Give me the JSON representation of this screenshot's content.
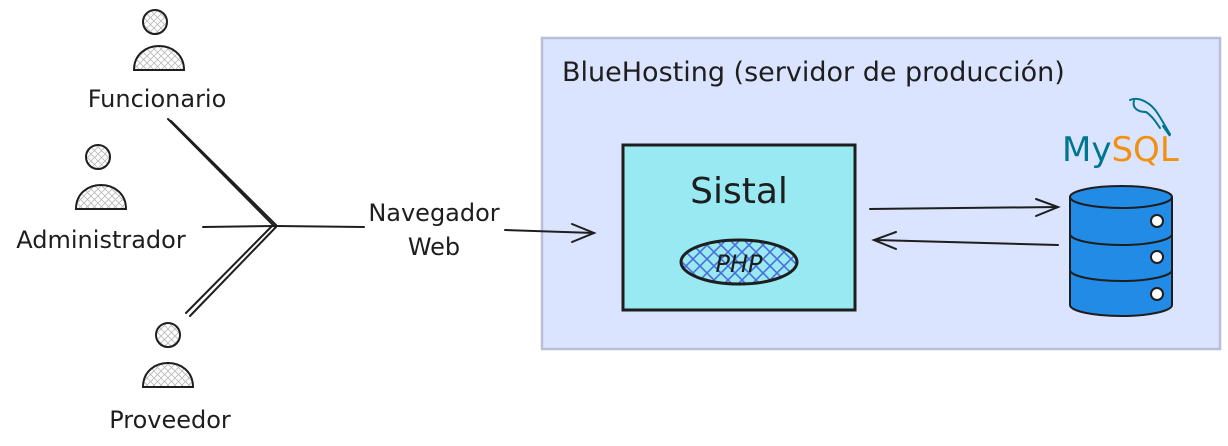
{
  "actors": [
    {
      "label": "Funcionario"
    },
    {
      "label": "Administrador"
    },
    {
      "label": "Proveedor"
    }
  ],
  "connection": {
    "line1": "Navegador",
    "line2": "Web"
  },
  "server": {
    "title": "BlueHosting (servidor de producción)"
  },
  "app": {
    "name": "Sistal",
    "tech_label": "PHP"
  },
  "database": {
    "logo_part1": "My",
    "logo_part2": "SQL"
  },
  "colors": {
    "server_fill": "#dbe4ff",
    "server_border": "#b8c0d8",
    "app_fill": "#99e9f2",
    "php_hatch": "#4a6fdc",
    "db_fill": "#228be6",
    "mysql_blue": "#00758f",
    "mysql_orange": "#f29111",
    "stroke": "#1e1e1e"
  }
}
